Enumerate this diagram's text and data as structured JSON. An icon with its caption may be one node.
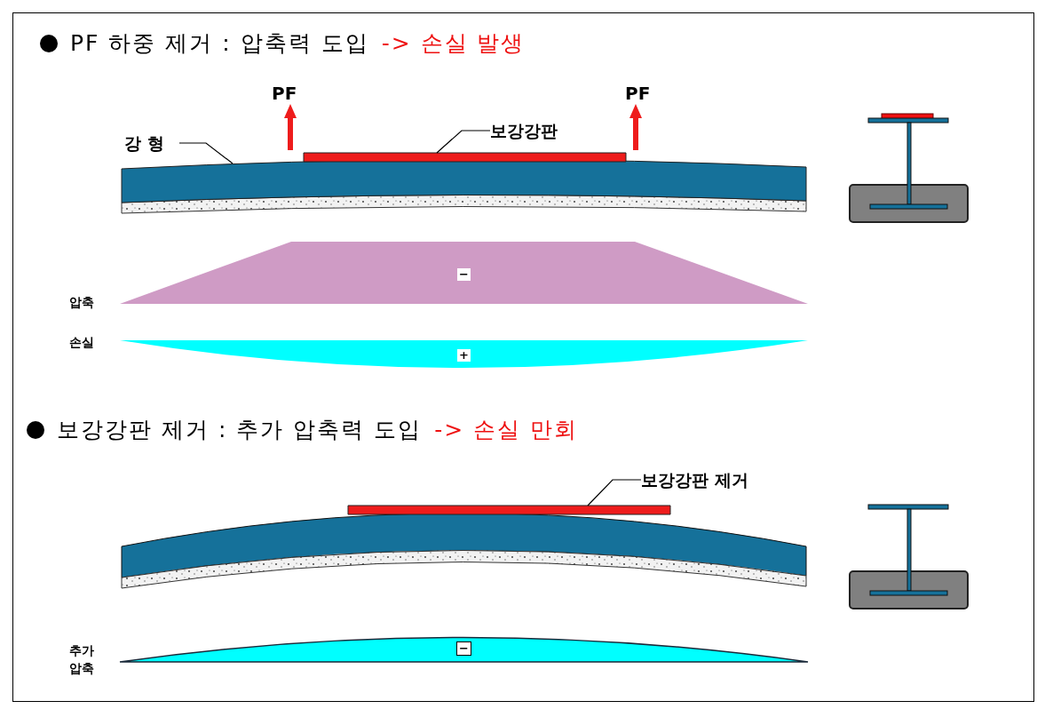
{
  "diagram": {
    "nodes": [
      {
        "text": [
          "강 형"
        ]
      },
      {
        "text": [],
        "shape": "bar"
      },
      {
        "text": [
          "보강강판"
        ]
      },
      {
        "text": [],
        "shape": "bar"
      },
      {
        "text": [
          "보강강판 제거"
        ]
      },
      {
        "text": [],
        "shape": "bar"
      }
    ],
    "edges": [
      {
        "from": 0,
        "to": 1,
        "arrow": "none"
      },
      {
        "from": 2,
        "to": 3,
        "arrow": "none"
      },
      {
        "from": 4,
        "to": 5,
        "arrow": "none"
      }
    ],
    "labels": [
      "PF 하중 제거 : 압축력 도입",
      "-> 손실 발생",
      "PF",
      "PF",
      "압축",
      "−",
      "손실",
      "+",
      "보강강판 제거 : 추가 압축력 도입",
      "-> 손실 만회",
      "추가 압축",
      "−"
    ]
  }
}
